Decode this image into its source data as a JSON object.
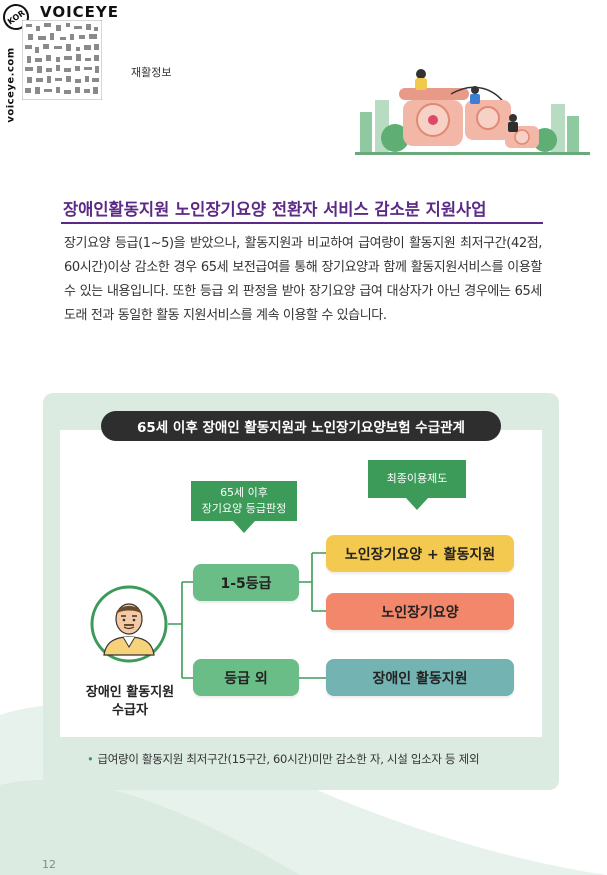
{
  "brand": {
    "title": "VOICEYE",
    "badge": "KOR",
    "vertical_text": "voiceye.com"
  },
  "section_label": "재활정보",
  "heading": "장애인활동지원 노인장기요양 전환자 서비스 감소분 지원사업",
  "body_text": "장기요양 등급(1~5)을 받았으나, 활동지원과 비교하여 급여량이 활동지원 최저구간(42점, 60시간)이상 감소한 경우 65세 보전급여를 통해 장기요양과 함께 활동지원서비스를 이용할 수 있는 내용입니다. 또한 등급 외 판정을 받아 장기요양 급여 대상자가 아닌 경우에는 65세 도래 전과 동일한 활동 지원서비스를 계속 이용할 수 있습니다.",
  "diagram": {
    "title": "65세 이후 장애인 활동지원과 노인장기요양보험 수급관계",
    "age_box": "65세 이후\n장기요양 등급판정",
    "final_box": "최종이용제도",
    "grade_1_5": "1-5등급",
    "grade_etc": "등급 외",
    "result_1": "노인장기요양 + 활동지원",
    "result_2": "노인장기요양",
    "result_3": "장애인 활동지원",
    "recipient": "장애인 활동지원\n수급자",
    "note": "급여량이 활동지원 최저구간(15구간, 60시간)미만 감소한 자, 시설 입소자 등 제외",
    "note_bullet": "•"
  },
  "page_number": "12",
  "colors": {
    "heading": "#5b2a86",
    "panel": "#dcebe2",
    "green": "#3c9b59",
    "grade_pill": "#6bbd87",
    "yellow": "#f3c94f",
    "salmon": "#f2876b",
    "teal": "#73b3b2"
  },
  "icons": {
    "qr": "qr-code-icon",
    "avatar": "elderly-man-avatar-icon",
    "illustration": "telephone-people-illustration"
  }
}
